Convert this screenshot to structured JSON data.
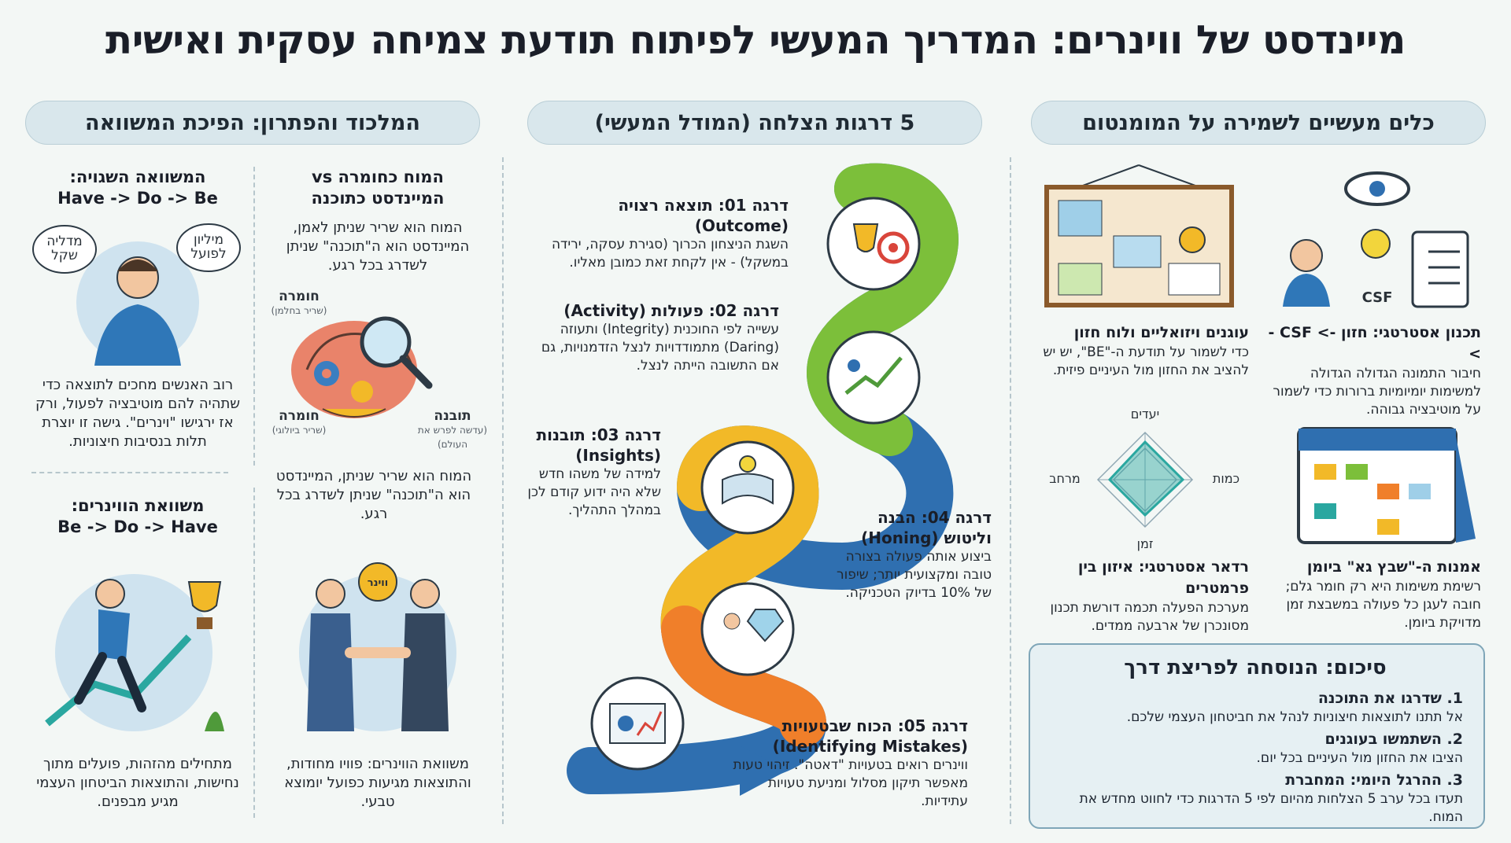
{
  "title": "מיינדסט של ווינרים: המדריך המעשי לפיתוח תודעת צמיחה עסקית ואישית",
  "sections": {
    "left": "המלכוד והפתרון: הפיכת המשוואה",
    "middle": "5 דרגות הצלחה (המודל המעשי)",
    "right": "כלים מעשיים לשמירה על המומנטום"
  },
  "left": {
    "wrong_eq": {
      "title_line1": "המשוואה השגויה:",
      "title_line2": "Have -> Do -> Be",
      "bubble_left": "מדליה\nשקל",
      "bubble_right": "מיליון\nלפועל",
      "text": "רוב האנשים מחכים לתוצאה כדי שתהיה להם מוטיבציה לפעול, ורק אז ירגישו \"וינרים\". גישה זו יוצרת תלות בנסיבות חיצוניות."
    },
    "brain": {
      "title_line1": "המוח כחומרה vs",
      "title_line2": "המיינדסט כתוכנה",
      "text_top": "המוח הוא שריר שניתן לאמן, המיינדסט הוא ה\"תוכנה\" שניתן לשדרג בכל רגע.",
      "label_hardware_top": "חומרה",
      "label_hardware_top_sub": "(שריר בחלמן)",
      "label_hardware_left": "חומרה",
      "label_hardware_left_sub": "(שריר ביולוגי)",
      "label_software": "תובנה",
      "label_software_sub": "(עדשה לפרש את העולם)",
      "text_bottom": "המוח הוא שריר שניתן, המיינדסט הוא ה\"תוכנה\" שניתן לשדרג בכל רגע."
    },
    "winners_eq": {
      "title_line1": "משוואת הווינרים:",
      "title_line2": "Be -> Do -> Have",
      "text": "מתחילים מהזהות, פועלים מתוך נחישות, והתוצאות הביטחון העצמי מגיע מבפנים."
    },
    "winners_text": {
      "badge": "ווינר",
      "text": "משוואת הווינרים: פוויו מחודות, והתוצאות מגיעות כפועל יומוצא טבעי."
    }
  },
  "steps": [
    {
      "title": "דרגה 01: תוצאה רצויה (Outcome)",
      "text": "השגת הניצחון הכרוך (סגירת עסקה, ירידה במשקל) - אין לקחת זאת כמובן מאליו."
    },
    {
      "title": "דרגה 02: פעולות (Activity)",
      "text": "עשייה לפי החוכנית (Integrity) ותעוזה (Daring) מתמודדויות לנצל הזדמנויות, גם אם התשובה הייתה לנצל."
    },
    {
      "title": "דרגה 03: תובנות",
      "title2": "(Insights)",
      "text": "למידה של משהו חדש שלא היה ידוע קודם לכן במהלך התהליך."
    },
    {
      "title": "דרגה 04: הבנה",
      "title2": "וליטוש (Honing)",
      "text": "ביצוע אותה פעולה בצורה טובה ומקצועית יותר; שיפור של 10% בדיוק הטכניקה."
    },
    {
      "title": "דרגה 05: הכוח שבטעויות",
      "title2": "(Identifying Mistakes)",
      "text": "ווינרים רואים בטעויות \"דאטה\". זיהוי טעות מאפשר תיקון מסלול ומניעת טעויות עתידיות."
    }
  ],
  "tools": {
    "vision": {
      "title": "עוגנים ויזואליים ולוח חזון",
      "text": "כדי לשמור על תודעת ה-\"BE\", יש יש להציב את החזון מול העיניים פיזית."
    },
    "planning": {
      "title": "תכנון אסטרטגי: חזון -> CSF ->",
      "text": "חיבור התמונה הגדולה הגדולה למשימות יומיומיות ברורות כדי לשמור על מוטיבציה גבוהה.",
      "csf_label": "CSF"
    },
    "radar": {
      "title": "רדאר אסטרטגי: איזון בין פרמטרים",
      "text": "מערכת הפעלה תכמה דורשת תכנון מסונכרן של ארבעה ממדים.",
      "axis_top": "יעדים",
      "axis_bottom": "זמן",
      "axis_left": "מרחב",
      "axis_right": "כמות"
    },
    "calendar": {
      "title": "אמנות ה-\"שבץ גא\" ביומן",
      "text": "רשימת משימות היא רק חומר גלם; חובה לעגן כל פעולה במשבצת זמן מדויקת ביומן."
    }
  },
  "summary": {
    "title": "סיכום: הנוסחה לפריצת דרך",
    "items": [
      {
        "head": "1. שדרגו את התוכנה",
        "text": "אל תתנו לתוצאות חיצוניות לנהל את חביטחון העצמי שלכם."
      },
      {
        "head": "2. השתמשו בעוגנים",
        "text": "הציבו את החזון מול העיניים בכל יום."
      },
      {
        "head": "3. ההרגל היומי: המחברת",
        "text": "תעדו בכל ערב 5 הצלחות מהיום לפי 5 הדרגות כדי לחווט מחדש את המוח."
      }
    ]
  },
  "colors": {
    "background": "#f3f7f5",
    "pill": "#d9e7ec",
    "path_blue": "#2f6fb0",
    "path_green": "#7cbf3a",
    "path_yellow": "#f2b928",
    "path_orange": "#f07f2a",
    "path_teal": "#2aa7a0"
  }
}
